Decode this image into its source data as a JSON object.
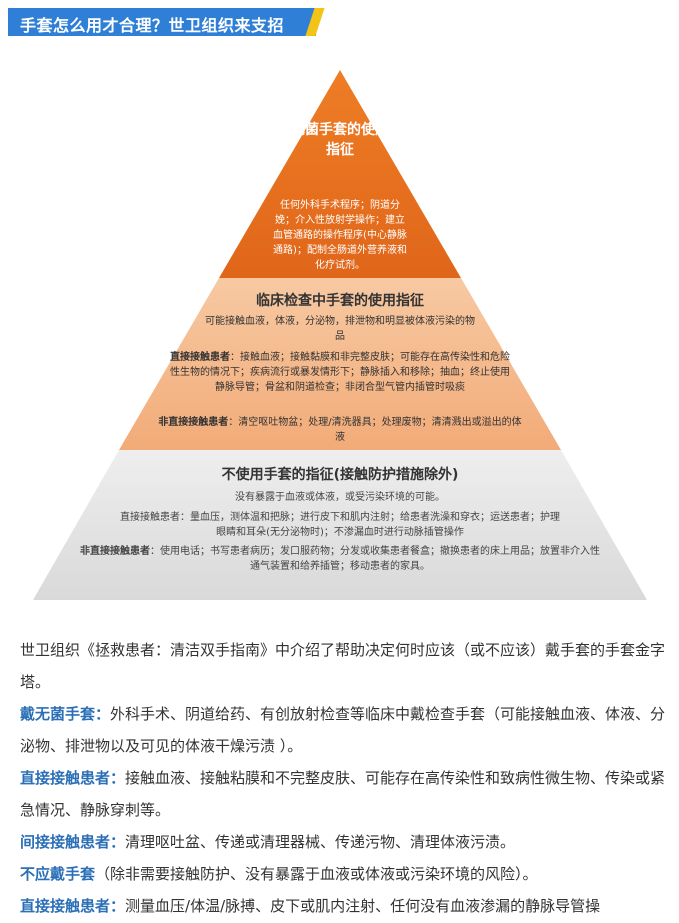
{
  "header": {
    "title": "手套怎么用才合理？世卫组织来支招",
    "bar_color": "#2f7fd6",
    "accent_color": "#f2c418"
  },
  "pyramid": {
    "colors": {
      "top": "#e8731f",
      "middle": "#f5b88a",
      "bottom": "#e3e3e3"
    },
    "tier1": {
      "title": "无菌手套的使用指征",
      "body": "任何外科手术程序；阴道分娩；介入性放射学操作；建立血管通路的操作程序(中心静脉通路)；配制全肠道外营养液和化疗试剂。"
    },
    "tier2": {
      "title": "临床检查中手套的使用指征",
      "sub": "可能接触血液，体液，分泌物，排泄物和明显被体液污染的物品",
      "direct_label": "直接接触患者",
      "direct_text": "：接触血液；接触黏膜和非完整皮肤；可能存在高传染性和危险性生物的情况下；疾病流行或暴发情形下；静脉插入和移除；抽血；终止使用静脉导管；骨盆和阴道检查；非闭合型气管内插管时吸痰",
      "indirect_label": "非直接接触患者",
      "indirect_text": "：清空呕吐物盆；处理/清洗器具；处理废物；清清溅出或溢出的体液"
    },
    "tier3": {
      "title": "不使用手套的指征(接触防护措施除外)",
      "sub": "没有暴露于血液或体液，或受污染环境的可能。",
      "direct_label": "直接接触患者",
      "direct_text": "：量血压，测体温和把脉；进行皮下和肌内注射；给患者洗澡和穿衣；运送患者；护理眼睛和耳朵(无分泌物时)；不渗漏血时进行动脉插管操作",
      "indirect_label": "非直接接触患者",
      "indirect_text": "：使用电话；书写患者病历；发口服药物；分发或收集患者餐盒；撤换患者的床上用品；放置非介入性通气装置和给养插管；移动患者的家具。"
    }
  },
  "article": {
    "intro": "世卫组织《拯救患者：清洁双手指南》中介绍了帮助决定何时应该（或不应该）戴手套的手套金字塔。",
    "items": [
      {
        "label": "戴无菌手套：",
        "text": "外科手术、阴道给药、有创放射检查等临床中戴检查手套（可能接触血液、体液、分泌物、排泄物以及可见的体液干燥污渍 ）。"
      },
      {
        "label": "直接接触患者：",
        "text": "接触血液、接触粘膜和不完整皮肤、可能存在高传染性和致病性微生物、传染或紧急情况、静脉穿刺等。"
      },
      {
        "label": "间接接触患者：",
        "text": "清理呕吐盆、传递或清理器械、传递污物、清理体液污渍。"
      },
      {
        "label": "不应戴手套",
        "text": "（除非需要接触防护、没有暴露于血液或体液或污染环境的风险）。"
      },
      {
        "label": "直接接触患者：",
        "text": "测量血压/体温/脉搏、皮下或肌内注射、任何没有血液渗漏的静脉导管操"
      }
    ],
    "label_color": "#2b6fb6"
  }
}
